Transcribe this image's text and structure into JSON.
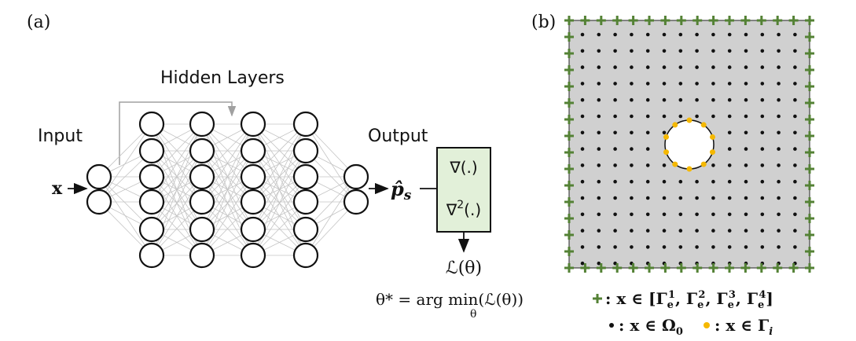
{
  "panel_a": {
    "label": "(a)",
    "hidden_layers_label": "Hidden Layers",
    "input_label": "Input",
    "output_label": "Output",
    "input_symbol": "x",
    "output_symbol_base": "p̂",
    "output_symbol_sub": "s",
    "operators": {
      "gradient": "∇(.)",
      "laplacian_base": "∇",
      "laplacian_sup": "2",
      "laplacian_tail": "(.)"
    },
    "loss": "ℒ(θ)",
    "objective": "θ* = arg min(ℒ(θ))",
    "objective_sub": "θ",
    "box_color": "#e2f0d9"
  },
  "panel_b": {
    "label": "(b)",
    "domain_color": "#d0d0d0",
    "boundary_color": "#548235",
    "interface_color": "#f5b800",
    "legend": {
      "boundary": ": x ∈ [Γe1, Γe2, Γe3, Γe4]",
      "interior": ": x ∈ Ω0",
      "interface": ": x ∈ Γi"
    }
  }
}
